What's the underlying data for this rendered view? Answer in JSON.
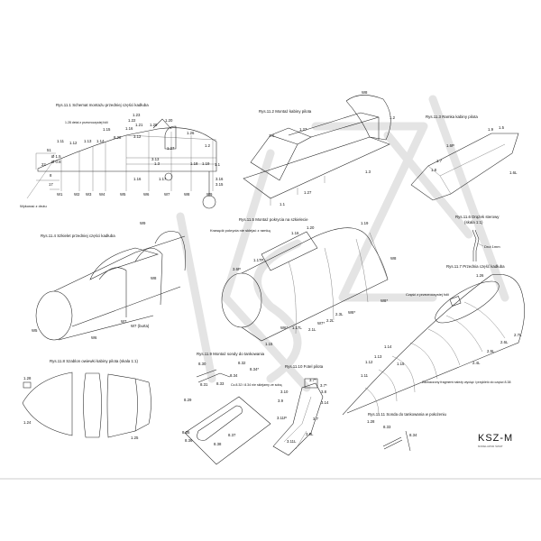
{
  "figures": {
    "fig1": {
      "title": "Rys.11.1 Schemat montażu przedniej części kadłuba",
      "note_foil": "1.28 detal z przezroczystej folii",
      "note_wire": "Wykonać z drutu",
      "labels": [
        "1.11",
        "1.12",
        "1.13",
        "1.14",
        "1.15",
        "8.28",
        "1.16",
        "1.22",
        "1.23",
        "1.21",
        "3.12",
        "1.20",
        "1.29",
        "1.26",
        "1.27",
        "1.2",
        "1.1",
        "3.13",
        "1.3",
        "1.16",
        "1.17",
        "1.18",
        "1.19",
        "3.16",
        "3.15",
        "W1",
        "W2",
        "W3",
        "W4",
        "W5",
        "W6",
        "W7",
        "W8",
        "W9",
        "51",
        "22",
        "8",
        "17",
        "Ø 1.5",
        "Ø 0.8"
      ]
    },
    "fig2": {
      "title": "Rys.11.2 Montaż kabiny pilota",
      "labels": [
        "W8",
        "1.2",
        "1.27",
        "1.4",
        "1.3",
        "1.27",
        "1.1"
      ]
    },
    "fig3": {
      "title": "Rys.11.3 Ramka kabiny pilota",
      "labels": [
        "1.9",
        "1.5",
        "1.6P",
        "1.7",
        "1.8",
        "1.6L"
      ]
    },
    "fig4": {
      "title": "Rys.11.4 Szkielet przedniej części kadłuba",
      "labels": [
        "W9",
        "W8",
        "W7",
        "W7 (burta)",
        "W6",
        "W5"
      ]
    },
    "fig5": {
      "title": "Rys.11.5 Montaż pokrycia na szkielecie",
      "note": "Krawędź pokrycia nie sklejać z ramką",
      "labels": [
        "1.16",
        "1.20",
        "1.19",
        "1.17P",
        "3.6P",
        "W8",
        "W8*",
        "W8*",
        "W7*",
        "W6*",
        "2.3L",
        "2.2L",
        "2.1L",
        "1.17L",
        "1.15"
      ]
    },
    "fig6": {
      "title": "Rys.11.6 Drążek sterowy",
      "subtitle": "(skala 1:1)",
      "note": "Drut 1mm"
    },
    "fig7": {
      "title": "Rys.11.7 Przednia część kadłuba",
      "note_foil": "Część z przezroczystej folii",
      "note_cut": "Zaznaczony fragment należy wyciąć i przykleić do części 8.38",
      "labels": [
        "1.26",
        "2.7L",
        "2.6L",
        "2.5L",
        "2.4L",
        "1.14",
        "1.13",
        "1.12",
        "1.11",
        "1.28",
        "1.15"
      ]
    },
    "fig8": {
      "title": "Rys.11.8 Szablon owiewki kabiny pilota (skala 1:1)",
      "labels": [
        "1.28",
        "1.24",
        "1.25"
      ]
    },
    "fig9": {
      "title": "Rys.11.9 Montaż sondy do tankowania",
      "note": "Cz.8.32 i 8.34 nie sklejamy ze sobą",
      "labels": [
        "8.30",
        "8.32",
        "8.34*",
        "8.34",
        "8.31",
        "8.33",
        "8.29",
        "8.36",
        "8.35",
        "8.38",
        "8.37"
      ]
    },
    "fig10": {
      "title": "Rys.11.10 Fotel pilota",
      "labels": [
        "3.7*",
        "3.7*",
        "3.8",
        "3.10",
        "3.14",
        "3.9",
        "3.11P",
        "3.7",
        "3.9L",
        "3.11L"
      ]
    },
    "fig11": {
      "title": "Rys.11.11 Sonda do tankowania w położeniu",
      "labels": [
        "8.33",
        "8.34"
      ]
    }
  },
  "logo": {
    "text": "KSZ-M",
    "tagline": "MODELARSKI ŚWIAT"
  }
}
